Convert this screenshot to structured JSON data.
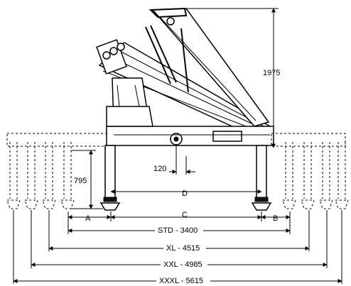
{
  "dimensions": {
    "height": "1975",
    "leg_height": "795",
    "offset": "120",
    "D": "D",
    "C": "C",
    "A": "A",
    "B": "B",
    "std": "STD - 3400",
    "xl": "XL - 4515",
    "xxl": "XXL - 4985",
    "xxxl": "XXXL - 5615"
  }
}
